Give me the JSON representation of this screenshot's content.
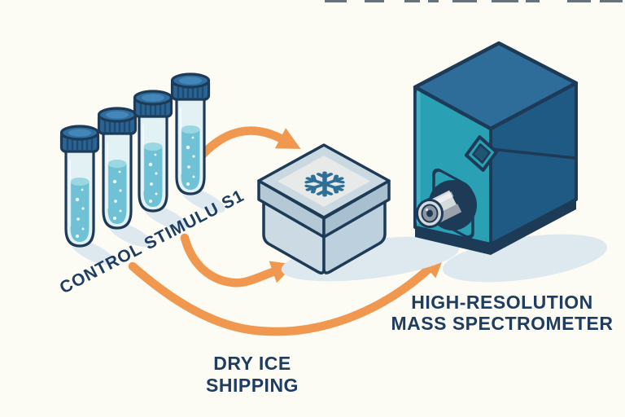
{
  "diagram": {
    "background": "#FCFCF5",
    "labels": {
      "samples": "CONTROL STIMULU S1",
      "shipping_line1": "DRY ICE",
      "shipping_line2": "SHIPPING",
      "instrument_line1": "HIGH-RESOLUTION",
      "instrument_line2": "MASS SPECTROMETER"
    },
    "nodes": [
      {
        "id": "sample-tubes",
        "icon": "test-tube-icon",
        "tube_count": 4,
        "label": "CONTROL STIMULU S1"
      },
      {
        "id": "dry-ice-box",
        "icon": "snowflake-icon",
        "label": "DRY ICE SHIPPING"
      },
      {
        "id": "mass-spectrometer",
        "icon": "mass-spectrometer-icon",
        "label": "HIGH-RESOLUTION MASS SPECTROMETER"
      }
    ],
    "flows": [
      {
        "from": "sample-tubes",
        "to": "dry-ice-box"
      },
      {
        "from": "sample-tubes",
        "to": "dry-ice-box"
      },
      {
        "from": "dry-ice-box",
        "to": "mass-spectrometer"
      }
    ],
    "icons": {
      "snowflake_glyph": "❄"
    },
    "colors": {
      "bg": "#FCFCF5",
      "ink": "#1D3A57",
      "label": "#1F3D60",
      "orange": "#F0984F",
      "shadow": "#DEE8EF",
      "artifact": "#4E5A66",
      "tubeGlass": "#E2F1F4",
      "tubeLiquid": "#6FC1D5",
      "tubeLiquidTop": "#9BD6E3",
      "bubble": "#FFFFFF",
      "capSide": "#2B6493",
      "capRib": "#1C4A72",
      "capTop": "#306E9F",
      "capTopInner": "#4486B7",
      "boxTop": "#C9D8E1",
      "boxTopPanel": "#E7EAE9",
      "boxLidLeft": "#B4C8D6",
      "boxLidRight": "#A8BFCF",
      "boxBodyLeft": "#CBDAE3",
      "boxBodyRight": "#BCD0DD",
      "snowflake": "#2E6F97",
      "machineTop": "#2E6D9A",
      "machineLeft": "#2AA0B5",
      "machineRight": "#1E5A84",
      "windowInner": "#1D5572",
      "cylinder": "#D5DADD",
      "cylinderShade": "#9AA3AB",
      "cylinderMid": "#8E979F"
    }
  }
}
